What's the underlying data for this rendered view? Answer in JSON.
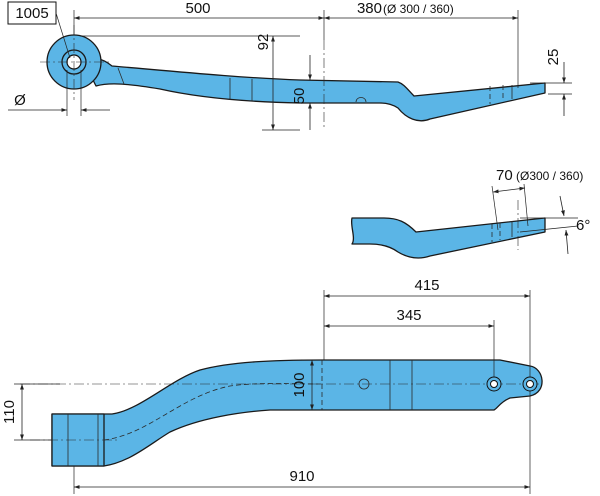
{
  "top_view": {
    "ref_number": "1005",
    "diameter_symbol": "Ø",
    "dim_length_front": "500",
    "dim_length_rear": "380",
    "dim_length_rear_suffix": "(Ø 300 / 360)",
    "dim_eye_height": "92",
    "dim_thickness": "50",
    "dim_tip_height": "25"
  },
  "tip_detail": {
    "dim_length": "70",
    "dim_length_suffix": "(Ø300 / 360)",
    "dim_angle": "6°"
  },
  "side_view": {
    "dim_hole_far": "415",
    "dim_hole_near": "345",
    "dim_height": "100",
    "dim_offset": "110",
    "dim_overall": "910"
  },
  "colors": {
    "part_fill": "#5bb5e6",
    "outline": "#1a1a1a"
  }
}
